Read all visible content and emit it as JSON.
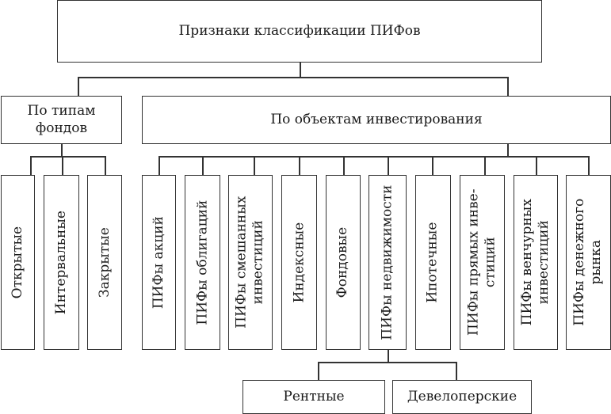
{
  "diagram": {
    "root": "Признаки классификации ПИФов",
    "by_fund_type": {
      "label_line1": "По типам",
      "label_line2": "фондов",
      "children": [
        "Открытые",
        "Интервальные",
        "Закрытые"
      ]
    },
    "by_investment_object": {
      "label": "По объектам инвестирования",
      "children": [
        {
          "line1": "ПИФы акций",
          "line2": ""
        },
        {
          "line1": "ПИФы облигаций",
          "line2": ""
        },
        {
          "line1": "ПИФы смешанных",
          "line2": "инвестиций"
        },
        {
          "line1": "Индексные",
          "line2": ""
        },
        {
          "line1": "Фондовые",
          "line2": ""
        },
        {
          "line1": "ПИФы недвижимости",
          "line2": ""
        },
        {
          "line1": "Ипотечные",
          "line2": ""
        },
        {
          "line1": "ПИФы прямых инве-",
          "line2": "стиций"
        },
        {
          "line1": "ПИФы венчурных",
          "line2": "инвестиций"
        },
        {
          "line1": "ПИФы денежного",
          "line2": "рынка"
        }
      ]
    },
    "real_estate_children": [
      "Рентные",
      "Девелоперские"
    ]
  }
}
